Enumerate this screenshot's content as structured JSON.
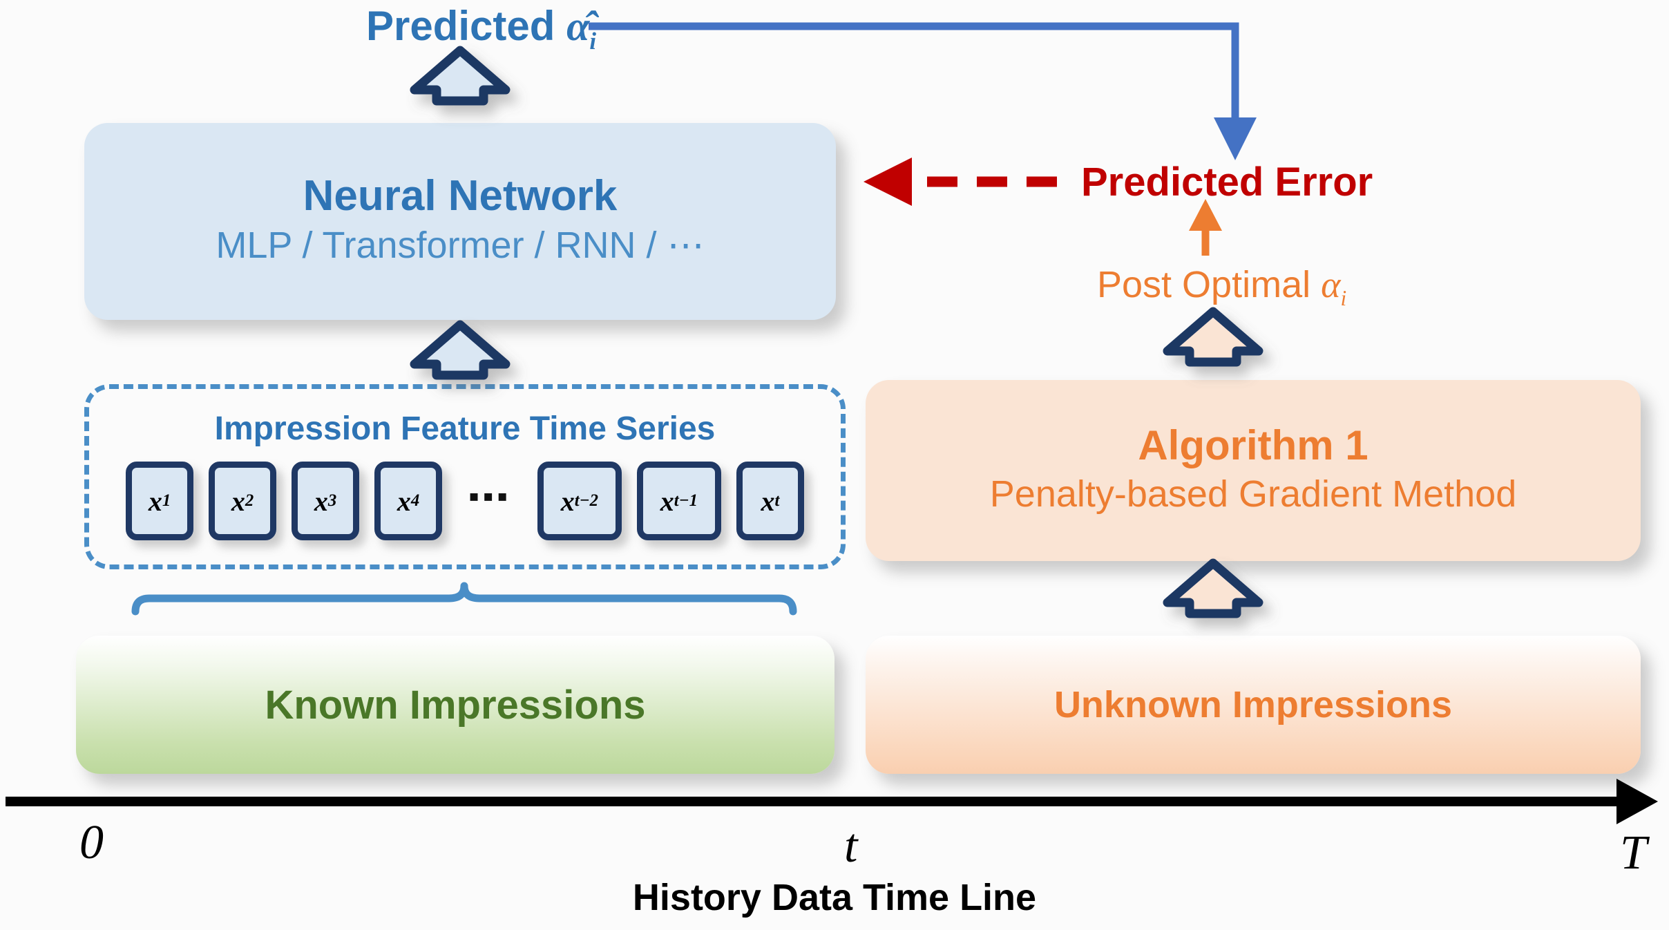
{
  "diagram": {
    "title_flow": "Neural network predicts alpha; penalty-based gradient method yields post-optimal alpha; error feeds back",
    "predicted_alpha_label": "Predicted ",
    "predicted_alpha_symbol": "α̂",
    "predicted_alpha_subscript": "i",
    "predicted_error_label": "Predicted Error",
    "post_optimal_label": "Post Optimal ",
    "post_optimal_symbol": "α",
    "post_optimal_subscript": "i"
  },
  "neural_network": {
    "title": "Neural Network",
    "subtitle": "MLP / Transformer / RNN / ⋯"
  },
  "algorithm": {
    "title": "Algorithm 1",
    "subtitle": "Penalty-based Gradient Method"
  },
  "time_series": {
    "title": "Impression Feature Time Series",
    "ellipsis": "▪▪▪",
    "cells": [
      {
        "base": "x",
        "sub": "1"
      },
      {
        "base": "x",
        "sub": "2"
      },
      {
        "base": "x",
        "sub": "3"
      },
      {
        "base": "x",
        "sub": "4"
      },
      {
        "base": "x",
        "sub": "t−2"
      },
      {
        "base": "x",
        "sub": "t−1"
      },
      {
        "base": "x",
        "sub": "t"
      }
    ]
  },
  "impressions": {
    "known_label": "Known Impressions",
    "unknown_label": "Unknown Impressions"
  },
  "timeline": {
    "tick_start": "0",
    "tick_mid": "t",
    "tick_end": "T",
    "caption": "History Data Time Line"
  },
  "colors": {
    "blue_text": "#2e74b5",
    "blue_light_fill": "#dae7f3",
    "blue_dark_outline": "#1f3864",
    "blue_line": "#4a8ec7",
    "orange": "#ED7D31",
    "orange_fill": "#fae4d4",
    "red": "#c00000",
    "green_text": "#4a7728",
    "green_fill": "#c9e0ad",
    "axis_black": "#000000"
  }
}
